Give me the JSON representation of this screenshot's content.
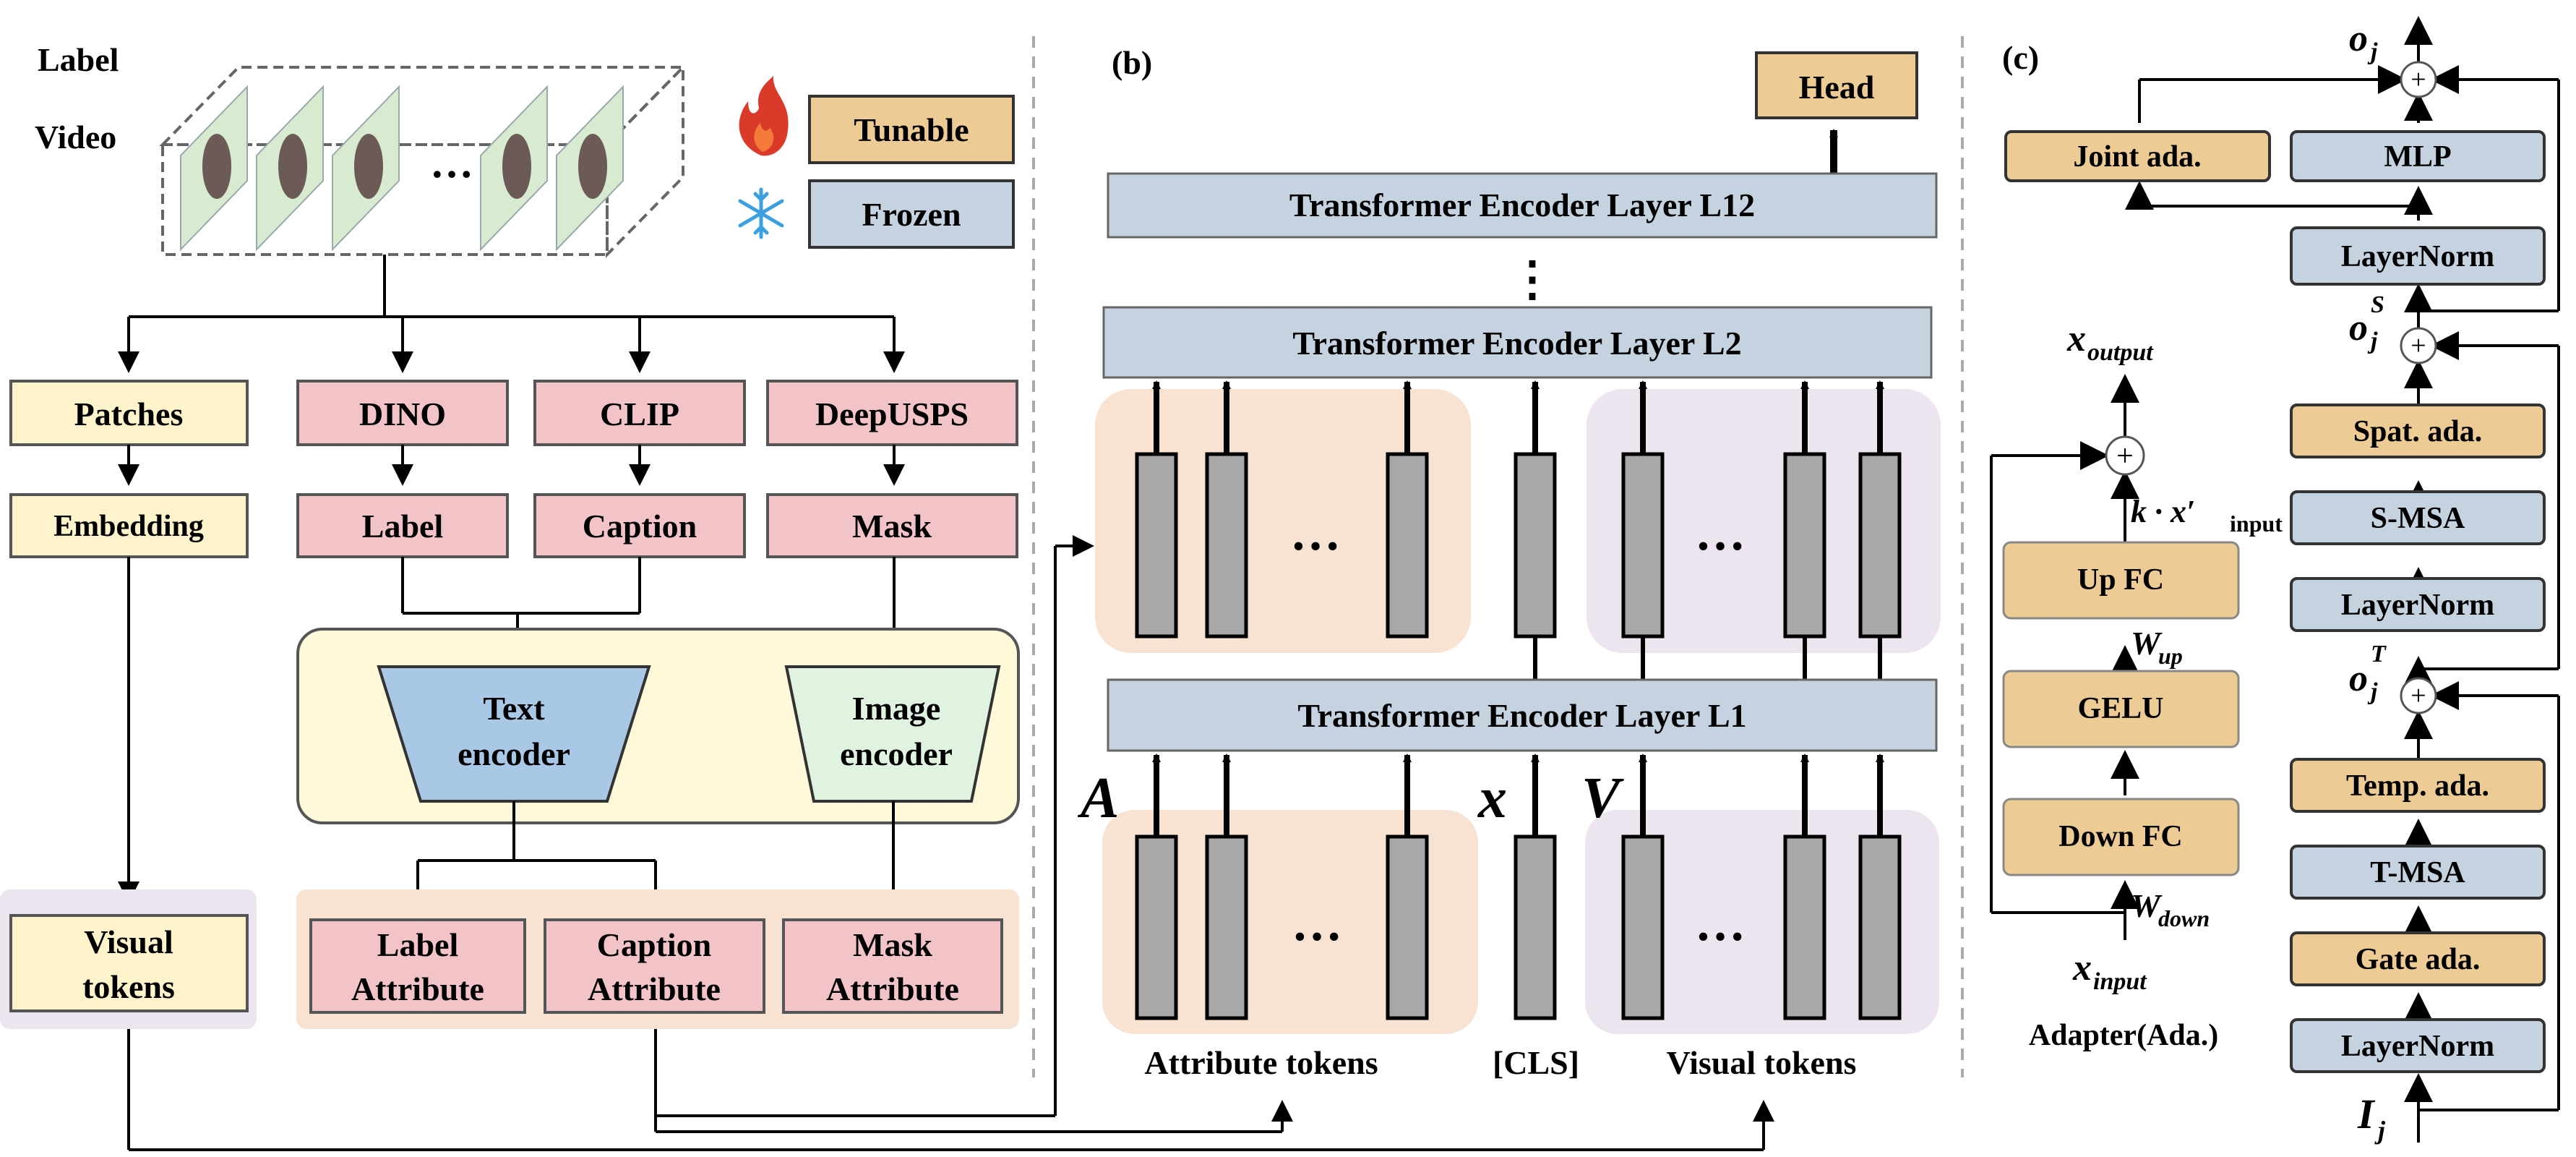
{
  "colors": {
    "tunable": "#EDCB94",
    "frozen": "#C5D2E0",
    "yellow_box": "#FFF3CC",
    "pink_box": "#F2C4C8",
    "blue_trap": "#A9C8E6",
    "green_trap": "#E0F2E0",
    "yellow_panel": "#FFF8D9",
    "attr_group": "#F8E2D2",
    "vis_group": "#ECE4EF",
    "token_bar": "#A8A8A8"
  },
  "panel_a": {
    "label": "Label",
    "video_label": "Video",
    "ellipsis": "…",
    "legend": {
      "tunable_label": "Tunable",
      "frozen_label": "Frozen",
      "fire_icon": "flame-icon",
      "snow_icon": "snowflake-icon"
    },
    "patches": "Patches",
    "embedding": "Embedding",
    "dino": "DINO",
    "clip": "CLIP",
    "deepusps": "DeepUSPS",
    "caption": "Caption",
    "mask": "Mask",
    "text_encoder_l1": "Text",
    "text_encoder_l2": "encoder",
    "image_encoder_l1": "Image",
    "image_encoder_l2": "encoder",
    "visual_tokens_l1": "Visual",
    "visual_tokens_l2": "tokens",
    "label_attr_l1": "Label",
    "label_attr_l2": "Attribute",
    "caption_attr_l1": "Caption",
    "caption_attr_l2": "Attribute",
    "mask_attr_l1": "Mask",
    "mask_attr_l2": "Attribute"
  },
  "panel_b": {
    "label": "(b)",
    "head": "Head",
    "layer_l12": "Transformer Encoder Layer L12",
    "layer_l2": "Transformer Encoder Layer L2",
    "layer_l1": "Transformer Encoder Layer L1",
    "vdots": "⋮",
    "ellipsis": "…",
    "sym_a": "A",
    "sym_x": "x",
    "sym_v": "V",
    "attribute_tokens": "Attribute tokens",
    "cls": "[CLS]",
    "visual_tokens": "Visual tokens"
  },
  "panel_c": {
    "label": "(c)",
    "oj": "o",
    "oj_sub": "j",
    "joint_ada": "Joint ada.",
    "mlp": "MLP",
    "layernorm3": "LayerNorm",
    "ojs_sup": "S",
    "spat_ada": "Spat. ada.",
    "smsa": "S-MSA",
    "layernorm2": "LayerNorm",
    "ojt_sup": "T",
    "temp_ada": "Temp. ada.",
    "tmsa": "T-MSA",
    "gate_ada": "Gate ada.",
    "layernorm1": "LayerNorm",
    "ij": "I",
    "ij_sub": "j",
    "x_output": "x",
    "x_output_sub": "output",
    "k_label": "k · x′",
    "k_sub": "input",
    "up_fc": "Up FC",
    "w_up": "W",
    "w_up_sub": "up",
    "gelu": "GELU",
    "down_fc": "Down FC",
    "w_down": "W",
    "w_down_sub": "down",
    "x_input": "x",
    "x_input_sub": "input",
    "adapter_caption": "Adapter(Ada.)",
    "plus": "+"
  }
}
